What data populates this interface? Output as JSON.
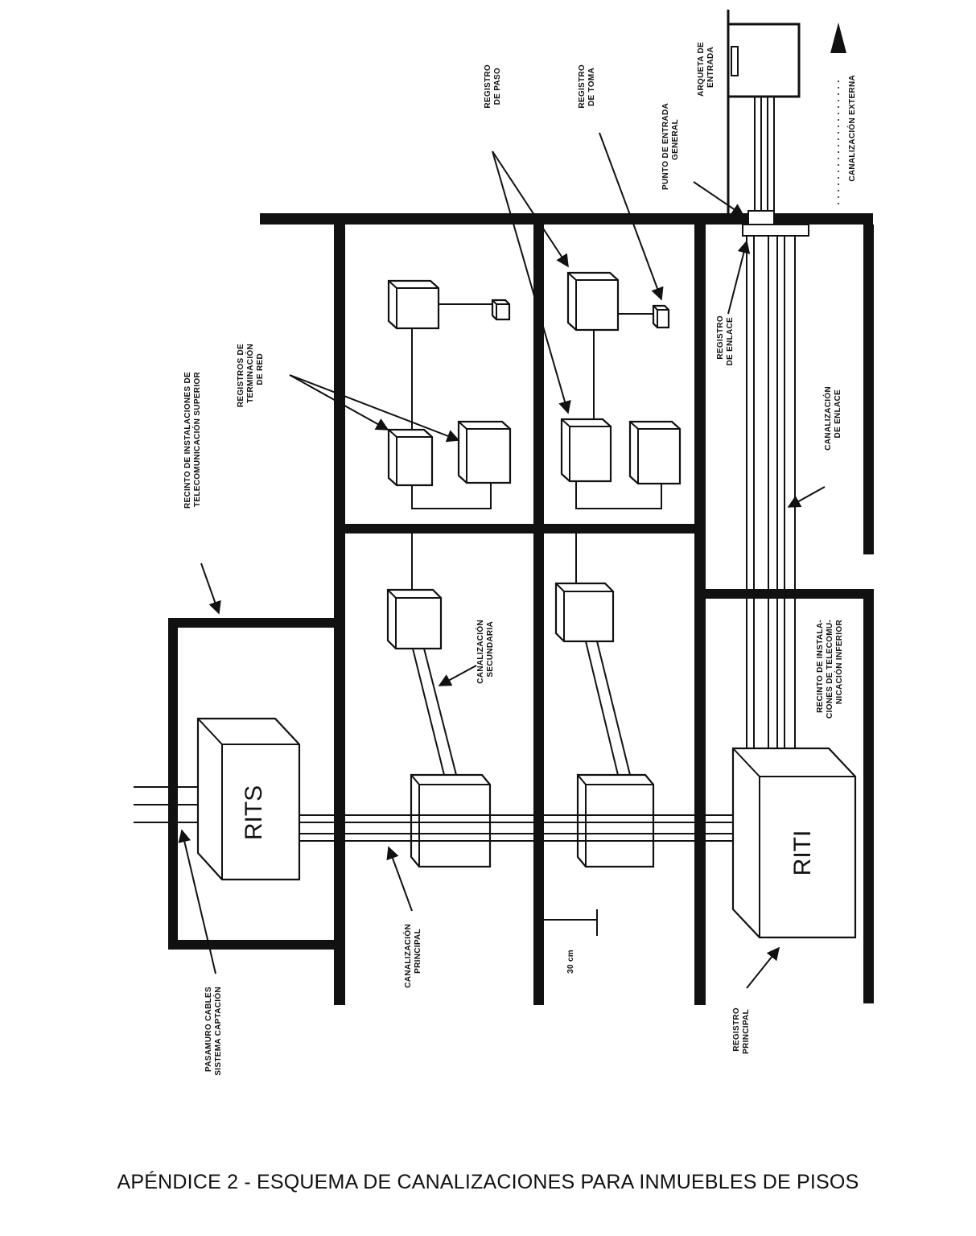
{
  "caption": "APÉNDICE 2 - ESQUEMA DE CANALIZACIONES PARA INMUEBLES DE PISOS",
  "labels": {
    "arqueta": [
      "ARQUETA DE",
      "ENTRADA"
    ],
    "canalizacion_externa": [
      "CANALIZACIÓN EXTERNA"
    ],
    "punto_entrada": [
      "PUNTO DE ENTRADA",
      "GENERAL"
    ],
    "registro_paso": [
      "REGISTRO",
      "DE PASO"
    ],
    "registro_toma": [
      "REGISTRO",
      "DE TOMA"
    ],
    "registro_enlace": [
      "REGISTRO",
      "DE ENLACE"
    ],
    "canalizacion_enlace": [
      "CANALIZACIÓN",
      "DE ENLACE"
    ],
    "registros_terminacion": [
      "REGISTROS DE",
      "TERMINACIÓN",
      "DE RED"
    ],
    "rits_recinto": [
      "RECINTO DE INSTALACIONES DE",
      "TELECOMUNICACIÓN SUPERIOR"
    ],
    "canalizacion_secundaria": [
      "CANALIZACIÓN",
      "SECUNDARIA"
    ],
    "riti_recinto": [
      "RECINTO DE INSTALA-",
      "CIONES DE TELECOMU-",
      "NICACIÓN INFERIOR"
    ],
    "canalizacion_principal": [
      "CANALIZACIÓN",
      "PRINCIPAL"
    ],
    "scale": [
      "30 cm"
    ],
    "registro_principal": [
      "REGISTRO",
      "PRINCIPAL"
    ],
    "pasamuro": [
      "PASAMURO CABLES",
      "SISTEMA CAPTACIÓN"
    ]
  },
  "rits": "RITS",
  "riti": "RITI"
}
